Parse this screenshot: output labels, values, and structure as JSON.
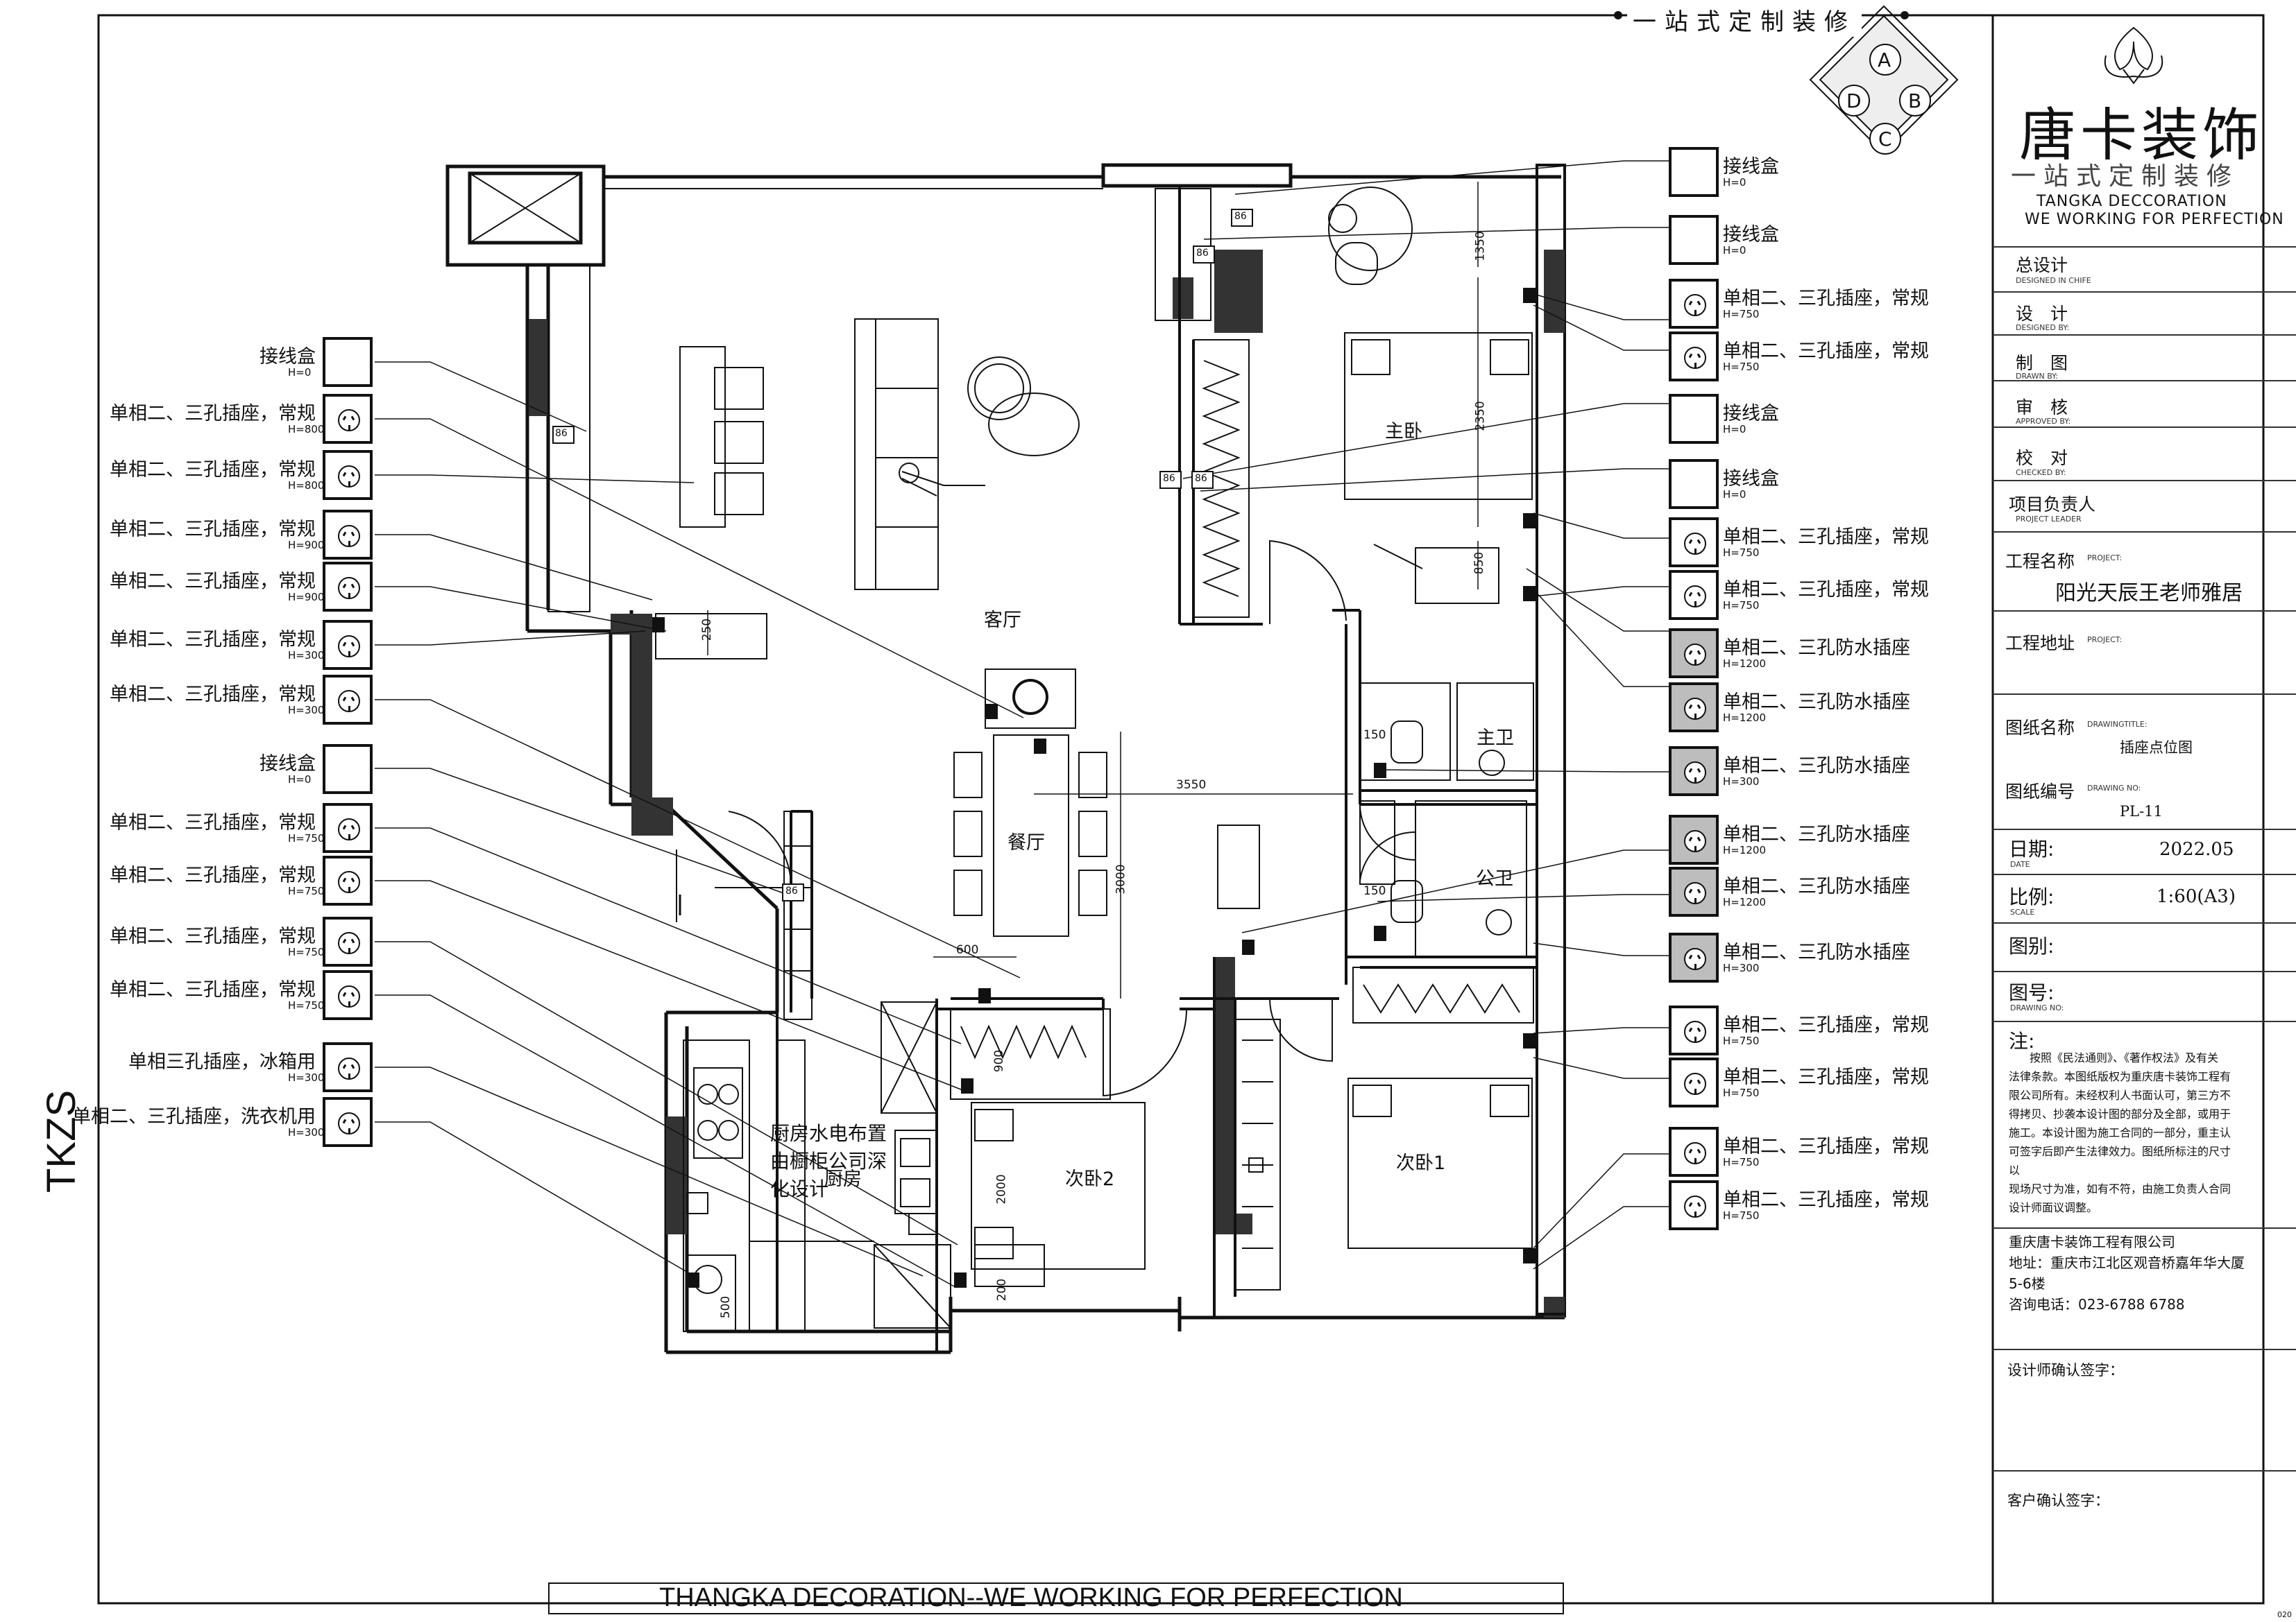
{
  "brand": {
    "top_slogan": "一站式定制装修",
    "name": "唐卡装饰",
    "slogan": "一站式定制装修",
    "en_line1": "TANGKA DECCORATION",
    "en_line2": "WE WORKING FOR PERFECTION",
    "diamond_letters": [
      "A",
      "B",
      "C",
      "D"
    ],
    "side_code": "TKZS",
    "bottom_banner": "THANGKA DECORATION--WE WORKING FOR PERFECTION"
  },
  "title_block": {
    "roles": [
      {
        "zh": "总设计",
        "en": "DESIGNED IN CHIFE"
      },
      {
        "zh": "设　计",
        "en": "DESIGNED BY:"
      },
      {
        "zh": "制　图",
        "en": "DRAWN BY:"
      },
      {
        "zh": "审　核",
        "en": "APPROVED BY:"
      },
      {
        "zh": "校　对",
        "en": "CHECKED BY:"
      },
      {
        "zh": "项目负责人",
        "en": "PROJECT LEADER"
      }
    ],
    "project_label": "工程名称",
    "project_en": "PROJECT:",
    "project_value": "阳光天辰王老师雅居",
    "address_label": "工程地址",
    "address_en": "PROJECT:",
    "drawing_title_label": "图纸名称",
    "drawing_title_en": "DRAWINGTITLE:",
    "drawing_title_value": "插座点位图",
    "drawing_no_label": "图纸编号",
    "drawing_no_en": "DRAWING NO:",
    "drawing_no_value": "PL-11",
    "date_label": "日期:",
    "date_en": "DATE",
    "date_value": "2022.05",
    "scale_label": "比例:",
    "scale_en": "SCALE",
    "scale_value": "1:60(A3)",
    "sheet_label": "图别:",
    "sheet_no_label": "图号:",
    "sheet_no_en": "DRAWING NO:",
    "note_title": "注:",
    "note_lines": [
      "按照《民法通则》、《著作权法》及有关",
      "法律条款。本图纸版权为重庆唐卡装饰工程有",
      "限公司所有。未经权利人书面认可，第三方不",
      "得拷贝、抄袭本设计图的部分及全部，或用于",
      "施工。本设计图为施工合同的一部分，重主认",
      "可签字后即产生法律效力。图纸所标注的尺寸以",
      "现场尺寸为准，如有不符，由施工负责人合同",
      "设计师面议调整。"
    ],
    "company_lines": [
      "重庆唐卡装饰工程有限公司",
      "地址：重庆市江北区观音桥嘉年华大厦",
      "5-6楼",
      "咨询电话：023-6788 6788"
    ],
    "designer_sign": "设计师确认签字：",
    "client_sign": "客户确认签字：",
    "tiny_code": "020"
  },
  "legend_left": [
    {
      "label": "接线盒",
      "height": "H=0",
      "kind": "box"
    },
    {
      "label": "单相二、三孔插座，常规",
      "height": "H=800",
      "kind": "socket"
    },
    {
      "label": "单相二、三孔插座，常规",
      "height": "H=800",
      "kind": "socket"
    },
    {
      "label": "单相二、三孔插座，常规",
      "height": "H=900",
      "kind": "socket"
    },
    {
      "label": "单相二、三孔插座，常规",
      "height": "H=900",
      "kind": "socket"
    },
    {
      "label": "单相二、三孔插座，常规",
      "height": "H=300",
      "kind": "socket"
    },
    {
      "label": "单相二、三孔插座，常规",
      "height": "H=300",
      "kind": "socket"
    },
    {
      "label": "接线盒",
      "height": "H=0",
      "kind": "box"
    },
    {
      "label": "单相二、三孔插座，常规",
      "height": "H=750",
      "kind": "socket"
    },
    {
      "label": "单相二、三孔插座，常规",
      "height": "H=750",
      "kind": "socket"
    },
    {
      "label": "单相二、三孔插座，常规",
      "height": "H=750",
      "kind": "socket"
    },
    {
      "label": "单相二、三孔插座，常规",
      "height": "H=750",
      "kind": "socket"
    },
    {
      "label": "单相三孔插座，冰箱用",
      "height": "H=300",
      "kind": "socket"
    },
    {
      "label": "单相二、三孔插座，洗衣机用",
      "height": "H=300",
      "kind": "socket"
    }
  ],
  "legend_right": [
    {
      "label": "接线盒",
      "height": "H=0",
      "kind": "box"
    },
    {
      "label": "接线盒",
      "height": "H=0",
      "kind": "box"
    },
    {
      "label": "单相二、三孔插座，常规",
      "height": "H=750",
      "kind": "socket"
    },
    {
      "label": "单相二、三孔插座，常规",
      "height": "H=750",
      "kind": "socket"
    },
    {
      "label": "接线盒",
      "height": "H=0",
      "kind": "box"
    },
    {
      "label": "接线盒",
      "height": "H=0",
      "kind": "box"
    },
    {
      "label": "单相二、三孔插座，常规",
      "height": "H=750",
      "kind": "socket"
    },
    {
      "label": "单相二、三孔插座，常规",
      "height": "H=750",
      "kind": "socket"
    },
    {
      "label": "单相二、三孔防水插座",
      "height": "H=1200",
      "kind": "water"
    },
    {
      "label": "单相二、三孔防水插座",
      "height": "H=1200",
      "kind": "water"
    },
    {
      "label": "单相二、三孔防水插座",
      "height": "H=300",
      "kind": "water"
    },
    {
      "label": "单相二、三孔防水插座",
      "height": "H=1200",
      "kind": "water"
    },
    {
      "label": "单相二、三孔防水插座",
      "height": "H=1200",
      "kind": "water"
    },
    {
      "label": "单相二、三孔防水插座",
      "height": "H=300",
      "kind": "water"
    },
    {
      "label": "单相二、三孔插座，常规",
      "height": "H=750",
      "kind": "socket"
    },
    {
      "label": "单相二、三孔插座，常规",
      "height": "H=750",
      "kind": "socket"
    },
    {
      "label": "单相二、三孔插座，常规",
      "height": "H=750",
      "kind": "socket"
    },
    {
      "label": "单相二、三孔插座，常规",
      "height": "H=750",
      "kind": "socket"
    }
  ],
  "rooms": {
    "living": "客厅",
    "dining": "餐厅",
    "master_bed": "主卧",
    "master_bath": "主卫",
    "public_bath": "公卫",
    "bed1": "次卧1",
    "bed2": "次卧2",
    "kitchen": "厨房",
    "kitchen_note_1": "厨房水电布置",
    "kitchen_note_2": "由橱柜公司深",
    "kitchen_note_3": "化设计"
  },
  "dimensions": {
    "d1350": "1350",
    "d2350": "2350",
    "d850": "850",
    "d250": "250",
    "d3550": "3550",
    "d3000": "3000",
    "d600": "600",
    "d2000": "2000",
    "d200": "200",
    "d150a": "150",
    "d150b": "150",
    "d500": "500",
    "d900": "900"
  },
  "box_tag": "86"
}
